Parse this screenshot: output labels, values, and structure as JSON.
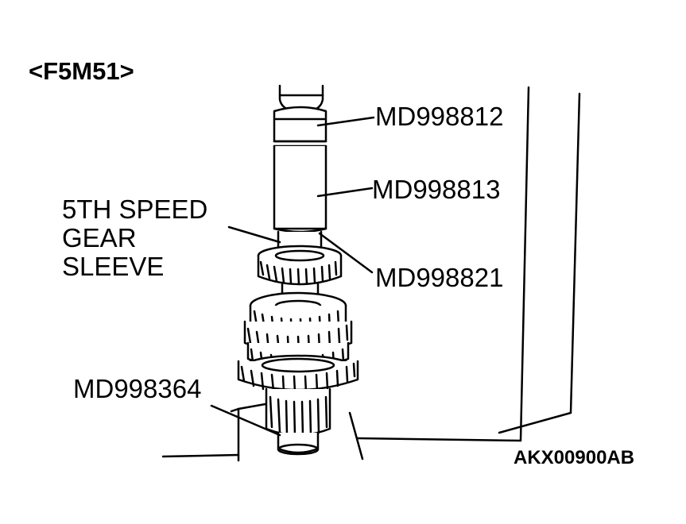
{
  "diagram": {
    "variant_label": "<F5M51>",
    "callouts": {
      "top_tool": "MD998812",
      "middle_tool": "MD998813",
      "sleeve": [
        "5TH SPEED",
        "GEAR",
        "SLEEVE"
      ],
      "collar_tool": "MD998821",
      "base_tool": "MD998364"
    },
    "figure_code": "AKX00900AB"
  }
}
